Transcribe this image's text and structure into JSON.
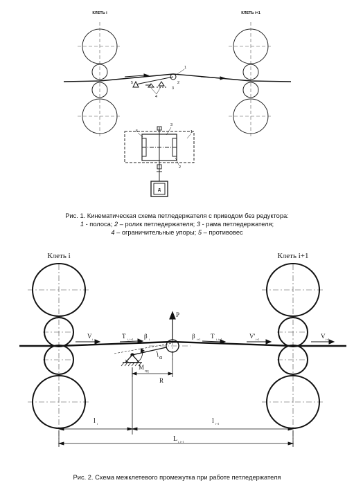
{
  "fig1": {
    "stand_left": "КЛЕТЬ i",
    "stand_right": "КЛЕТЬ i+1",
    "labels": [
      "1",
      "2",
      "3",
      "4",
      "5"
    ],
    "motor": "Д",
    "caption_line1": "Рис. 1. Кинематическая схема петледержателя с приводом без редуктора:",
    "caption_line2_parts": [
      "1",
      " - полоса; ",
      "2",
      " – ролик петледержателя; ",
      "3",
      " - рама петледержателя;"
    ],
    "caption_line3_parts": [
      "4",
      " – ограничительные упоры; ",
      "5",
      " – противовес"
    ]
  },
  "fig2": {
    "stand_left": "Клеть i",
    "stand_right": "Клеть i+1",
    "force_P": "P",
    "v_left": "V",
    "v_left_sub": "i",
    "T_left": "T",
    "T_left_sub": "i, i+1",
    "beta_left": "β",
    "beta_left_sub": "i",
    "beta_right": "β",
    "beta_right_sub": "i+1",
    "T_right": "T",
    "T_right_sub": "i, i+1",
    "v_mid": "V'",
    "v_mid_sub": "i+1",
    "v_right": "V",
    "v_right_sub": "i+1",
    "alpha": "α",
    "moment": "M",
    "moment_sub": "ПД",
    "radius": "R",
    "l_left": "l",
    "l_left_sub": "i",
    "l_right": "l",
    "l_right_sub": "i+1",
    "L_total": "L",
    "L_total_sub": "i, i+1",
    "caption": "Рис. 2. Схема межклетевого промежутка при работе петледержателя"
  }
}
